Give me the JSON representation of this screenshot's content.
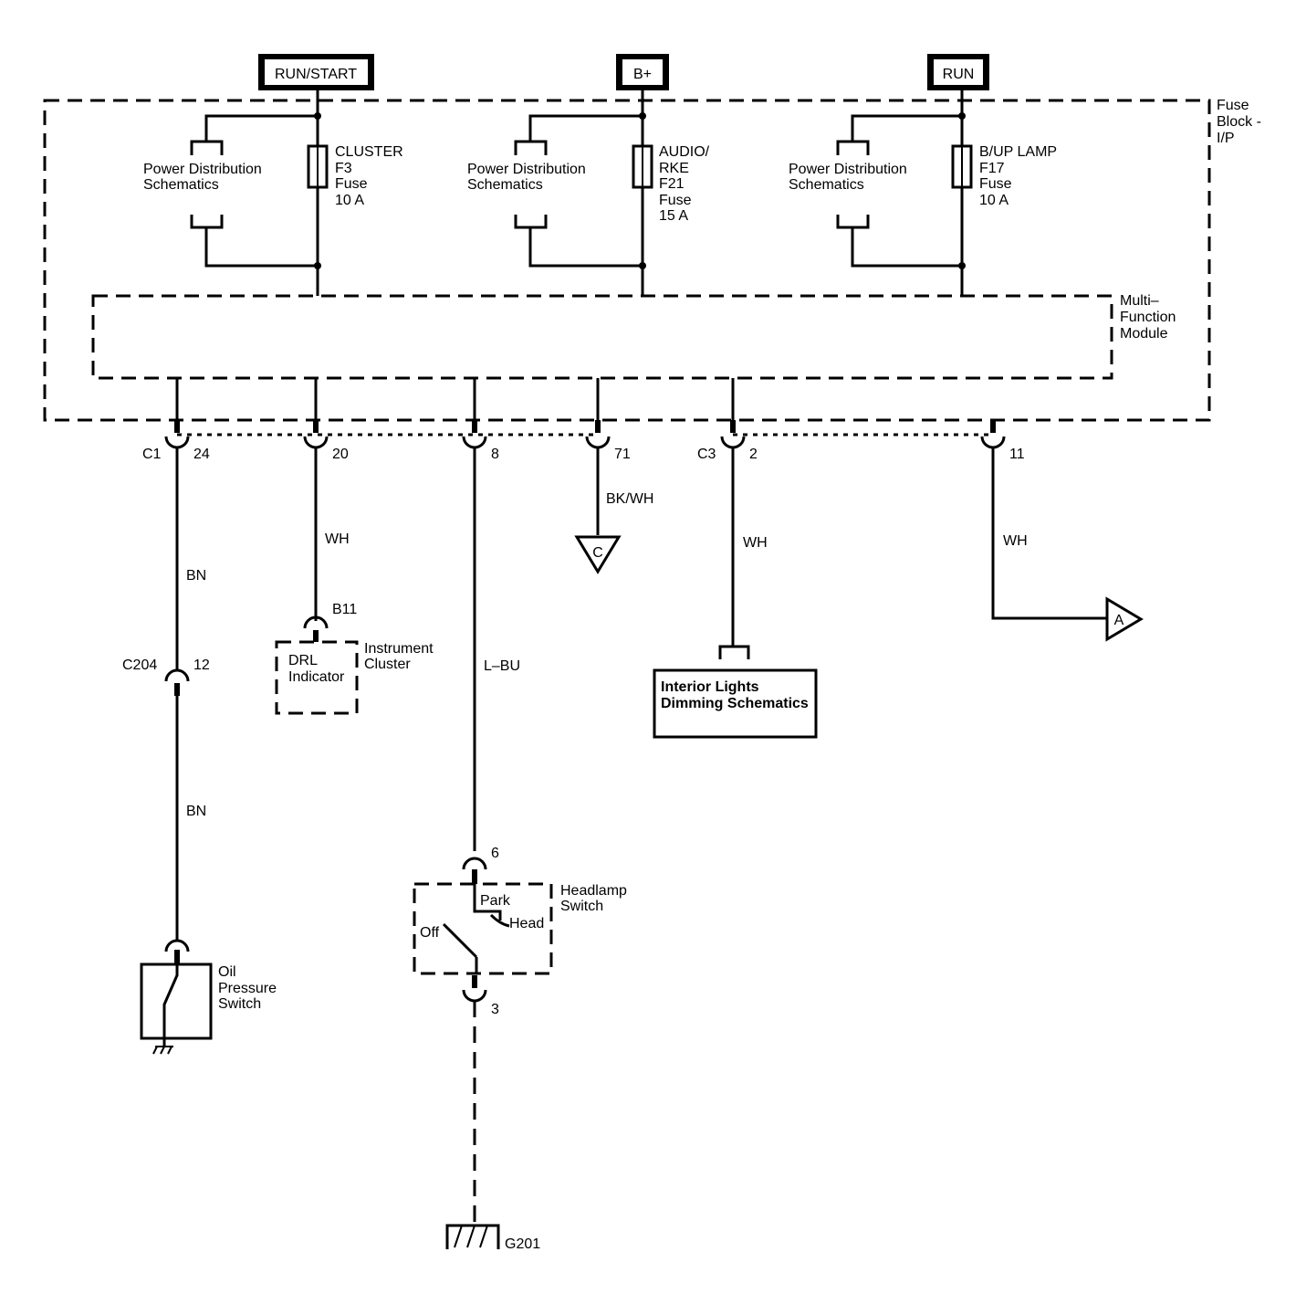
{
  "power_sources": {
    "run_start": "RUN/START",
    "b_plus": "B+",
    "run": "RUN"
  },
  "fuse_block": {
    "title_lines": [
      "Fuse",
      "Block -",
      "I/P"
    ]
  },
  "fuses": {
    "cluster": [
      "CLUSTER",
      "F3",
      "Fuse",
      "10 A"
    ],
    "audio": [
      "AUDIO/",
      "RKE",
      "F21",
      "Fuse",
      "15 A"
    ],
    "bup": [
      "B/UP LAMP",
      "F17",
      "Fuse",
      "10 A"
    ]
  },
  "power_distribution": [
    "Power Distribution",
    "Schematics"
  ],
  "mfm": {
    "title_lines": [
      "Multi–",
      "Function",
      "Module"
    ]
  },
  "connectors": {
    "c1": "C1",
    "c3": "C3",
    "c204": "C204",
    "b11": "B11"
  },
  "pins": {
    "p24": "24",
    "p20": "20",
    "p8": "8",
    "p71": "71",
    "p2": "2",
    "p11": "11",
    "p12": "12",
    "p6": "6",
    "p3": "3"
  },
  "wire_colors": {
    "bn_upper": "BN",
    "bn_lower": "BN",
    "wh_cluster": "WH",
    "lbu": "L–BU",
    "bkwh": "BK/WH",
    "wh_c3": "WH",
    "wh_11": "WH"
  },
  "offpage": {
    "c": "C",
    "a": "A"
  },
  "instrument_cluster": {
    "title_lines": [
      "Instrument",
      "Cluster"
    ],
    "inner_lines": [
      "DRL",
      "Indicator"
    ]
  },
  "interior_lights": [
    "Interior Lights",
    "Dimming Schematics"
  ],
  "oil_switch": [
    "Oil",
    "Pressure",
    "Switch"
  ],
  "headlamp_switch": {
    "title_lines": [
      "Headlamp",
      "Switch"
    ],
    "park": "Park",
    "head": "Head",
    "off": "Off"
  },
  "ground": "G201"
}
